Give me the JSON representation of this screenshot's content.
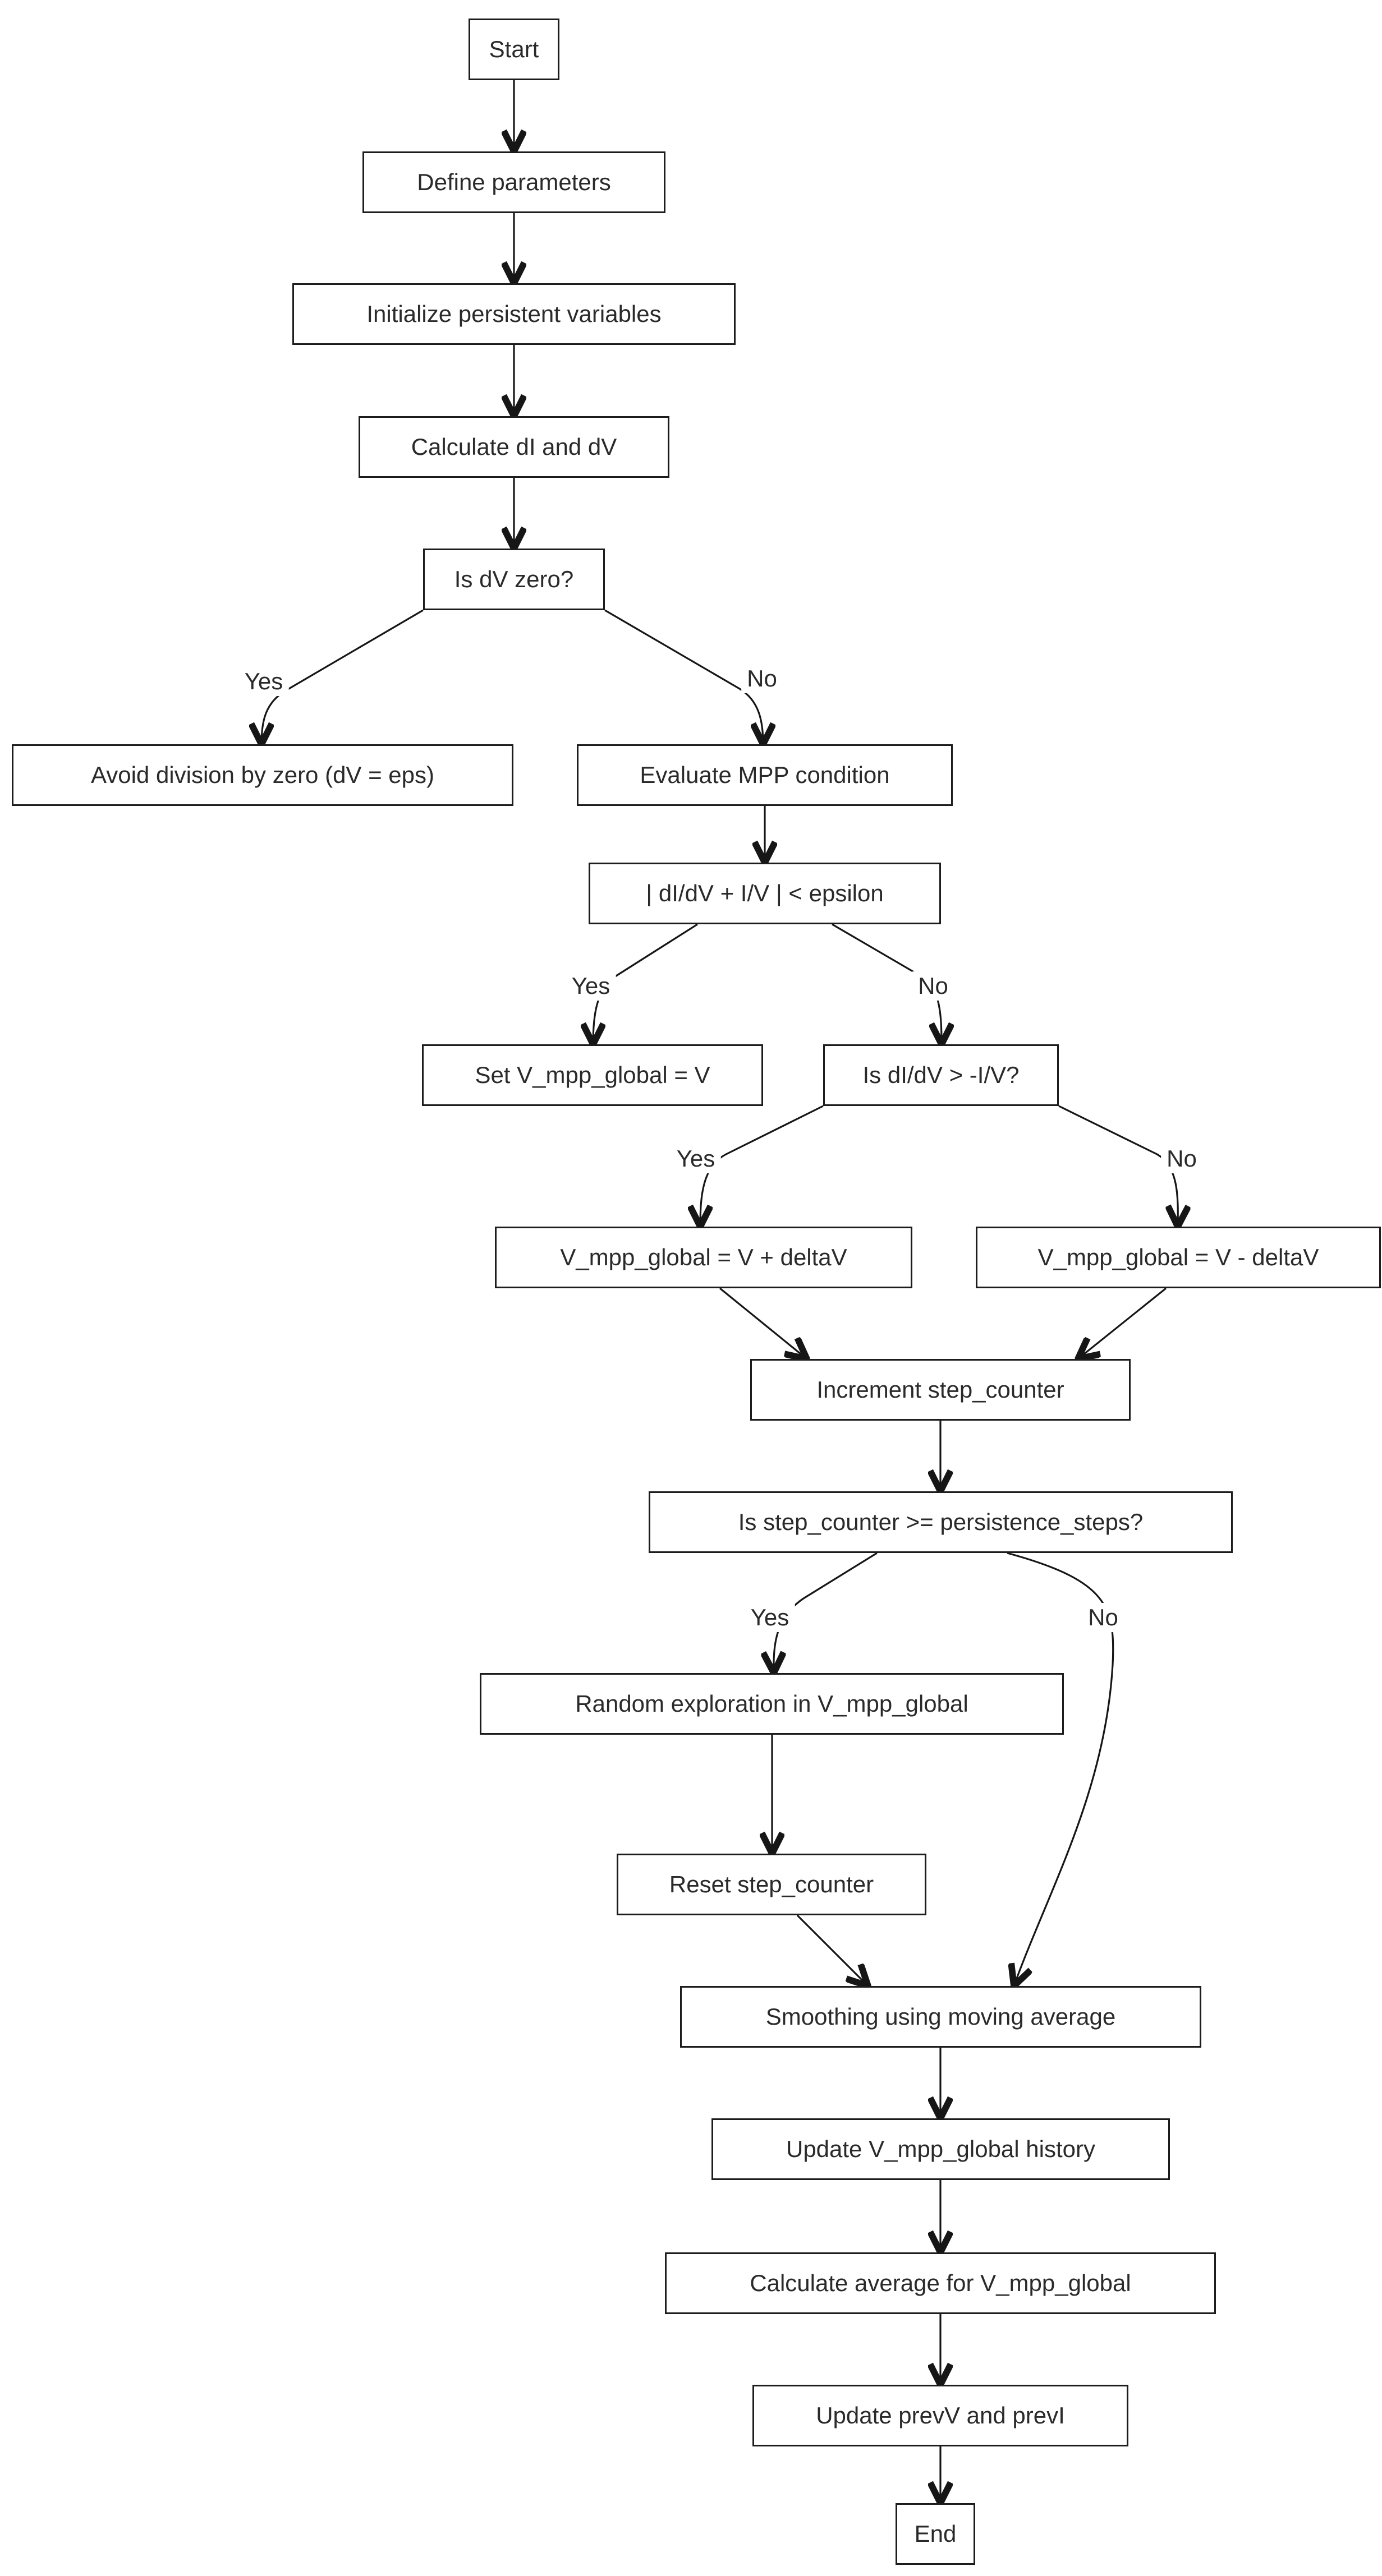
{
  "flowchart": {
    "colors": {
      "background": "#ffffff",
      "node_fill": "#ffffff",
      "node_border": "#1c1c1c",
      "edge_color": "#161616",
      "text_color": "#2a2a2a"
    },
    "nodes": [
      {
        "id": "start",
        "label": "Start"
      },
      {
        "id": "define",
        "label": "Define parameters"
      },
      {
        "id": "init",
        "label": "Initialize persistent variables"
      },
      {
        "id": "calc",
        "label": "Calculate dI and dV"
      },
      {
        "id": "isdv",
        "label": "Is dV zero?"
      },
      {
        "id": "avoid",
        "label": "Avoid division by zero (dV = eps)"
      },
      {
        "id": "evaluate",
        "label": "Evaluate MPP condition"
      },
      {
        "id": "epsilon",
        "label": "| dI/dV + I/V | < epsilon"
      },
      {
        "id": "setv",
        "label": "Set V_mpp_global = V"
      },
      {
        "id": "isdidv",
        "label": "Is dI/dV > -I/V?"
      },
      {
        "id": "vplus",
        "label": "V_mpp_global = V + deltaV"
      },
      {
        "id": "vminus",
        "label": "V_mpp_global = V - deltaV"
      },
      {
        "id": "increment",
        "label": "Increment step_counter"
      },
      {
        "id": "isstep",
        "label": "Is step_counter >= persistence_steps?"
      },
      {
        "id": "random",
        "label": "Random exploration in V_mpp_global"
      },
      {
        "id": "reset",
        "label": "Reset step_counter"
      },
      {
        "id": "smoothing",
        "label": "Smoothing using moving average"
      },
      {
        "id": "updatehist",
        "label": "Update V_mpp_global history"
      },
      {
        "id": "calcavg",
        "label": "Calculate average for V_mpp_global"
      },
      {
        "id": "updateprev",
        "label": "Update prevV and prevI"
      },
      {
        "id": "end",
        "label": "End"
      }
    ],
    "edges": [
      {
        "from": "start",
        "to": "define",
        "label": ""
      },
      {
        "from": "define",
        "to": "init",
        "label": ""
      },
      {
        "from": "init",
        "to": "calc",
        "label": ""
      },
      {
        "from": "calc",
        "to": "isdv",
        "label": ""
      },
      {
        "from": "isdv",
        "to": "avoid",
        "label": "Yes"
      },
      {
        "from": "isdv",
        "to": "evaluate",
        "label": "No"
      },
      {
        "from": "evaluate",
        "to": "epsilon",
        "label": ""
      },
      {
        "from": "epsilon",
        "to": "setv",
        "label": "Yes"
      },
      {
        "from": "epsilon",
        "to": "isdidv",
        "label": "No"
      },
      {
        "from": "isdidv",
        "to": "vplus",
        "label": "Yes"
      },
      {
        "from": "isdidv",
        "to": "vminus",
        "label": "No"
      },
      {
        "from": "vplus",
        "to": "increment",
        "label": ""
      },
      {
        "from": "vminus",
        "to": "increment",
        "label": ""
      },
      {
        "from": "increment",
        "to": "isstep",
        "label": ""
      },
      {
        "from": "isstep",
        "to": "random",
        "label": "Yes"
      },
      {
        "from": "isstep",
        "to": "smoothing",
        "label": "No"
      },
      {
        "from": "random",
        "to": "reset",
        "label": ""
      },
      {
        "from": "reset",
        "to": "smoothing",
        "label": ""
      },
      {
        "from": "smoothing",
        "to": "updatehist",
        "label": ""
      },
      {
        "from": "updatehist",
        "to": "calcavg",
        "label": ""
      },
      {
        "from": "calcavg",
        "to": "updateprev",
        "label": ""
      },
      {
        "from": "updateprev",
        "to": "end",
        "label": ""
      }
    ]
  }
}
